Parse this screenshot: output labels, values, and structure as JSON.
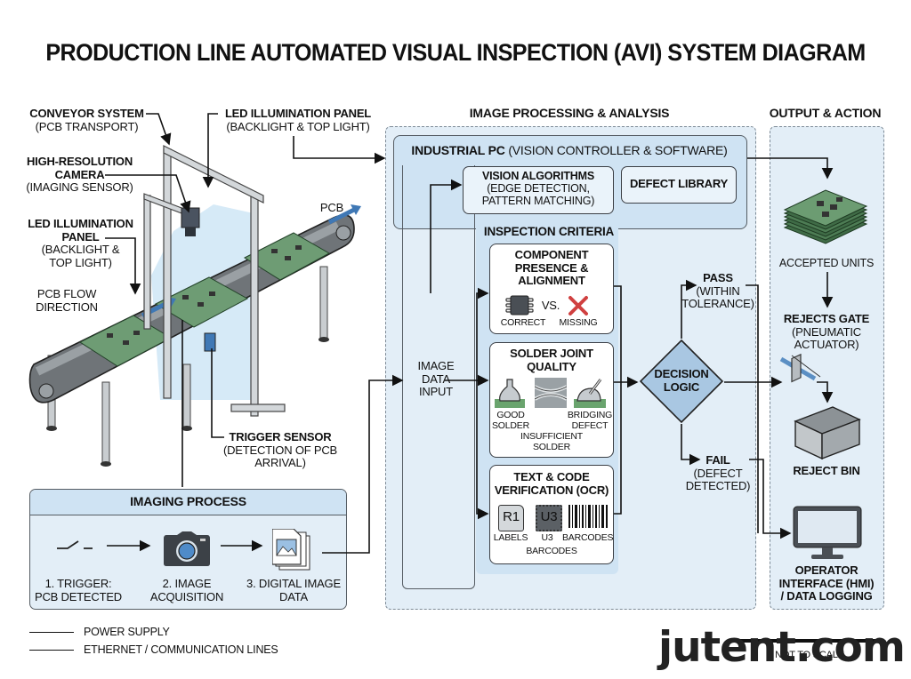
{
  "title": "PRODUCTION LINE AUTOMATED VISUAL INSPECTION (AVI) SYSTEM DIAGRAM",
  "hardware": {
    "conveyor": {
      "line1": "CONVEYOR SYSTEM",
      "line2": "(PCB TRANSPORT)"
    },
    "led_panel_top": {
      "line1": "LED ILLUMINATION PANEL",
      "line2": "(BACKLIGHT & TOP LIGHT)"
    },
    "camera": {
      "line1": "HIGH-RESOLUTION",
      "line2": "CAMERA",
      "line3": "(IMAGING SENSOR)"
    },
    "led_panel_side": {
      "line1": "LED ILLUMINATION",
      "line2": "PANEL",
      "line3": "(BACKLIGHT &",
      "line4": "TOP LIGHT)"
    },
    "flow": {
      "line1": "PCB FLOW",
      "line2": "DIRECTION"
    },
    "pcb_label": "PCB",
    "trigger": {
      "line1": "TRIGGER SENSOR",
      "line2": "(DETECTION OF PCB",
      "line3": "ARRIVAL)"
    }
  },
  "imaging_process": {
    "header": "IMAGING PROCESS",
    "steps": [
      {
        "line1": "1. TRIGGER:",
        "line2": "PCB DETECTED",
        "icon": "switch-icon"
      },
      {
        "line1": "2. IMAGE",
        "line2": "ACQUISITION",
        "icon": "camera-icon"
      },
      {
        "line1": "3. DIGITAL IMAGE",
        "line2": "DATA",
        "icon": "image-file-icon"
      }
    ]
  },
  "legend": [
    {
      "label": "POWER SUPPLY"
    },
    {
      "label": "ETHERNET / COMMUNICATION LINES"
    }
  ],
  "processing": {
    "section_title": "IMAGE PROCESSING & ANALYSIS",
    "pc_title_bold": "INDUSTRIAL PC",
    "pc_title_rest": " (VISION CONTROLLER & SOFTWARE)",
    "vision": {
      "line1": "VISION ALGORITHMS",
      "line2": "(EDGE DETECTION,",
      "line3": "PATTERN MATCHING)"
    },
    "defect_library": "DEFECT LIBRARY",
    "criteria_title": "INSPECTION CRITERIA",
    "image_input": {
      "line1": "IMAGE",
      "line2": "DATA",
      "line3": "INPUT"
    },
    "component": {
      "line1": "COMPONENT",
      "line2": "PRESENCE &",
      "line3": "ALIGNMENT",
      "vs": "VS.",
      "correct": "CORRECT",
      "missing": "MISSING"
    },
    "solder": {
      "line1": "SOLDER JOINT",
      "line2": "QUALITY",
      "good1": "GOOD",
      "good2": "SOLDER",
      "bridging1": "BRIDGING",
      "bridging2": "DEFECT",
      "insufficient1": "INSUFFICIENT",
      "insufficient2": "SOLDER"
    },
    "ocr": {
      "line1": "TEXT & CODE",
      "line2": "VERIFICATION (OCR)",
      "r1": "R1",
      "u3": "U3",
      "labels": "LABELS",
      "u3_label": "U3",
      "barcodes": "BARCODES",
      "barcodes2": "BARCODES"
    },
    "decision": {
      "line1": "DECISION",
      "line2": "LOGIC"
    },
    "pass": {
      "line1": "PASS",
      "line2": "(WITHIN",
      "line3": "TOLERANCE)"
    },
    "fail": {
      "line1": "FAIL",
      "line2": "(DEFECT",
      "line3": "DETECTED)"
    }
  },
  "output": {
    "section_title": "OUTPUT & ACTION",
    "accepted": "ACCEPTED UNITS",
    "rejects_gate": {
      "line1": "REJECTS GATE",
      "line2": "(PNEUMATIC",
      "line3": "ACTUATOR)"
    },
    "reject_bin": "REJECT BIN",
    "hmi": {
      "line1": "OPERATOR",
      "line2": "INTERFACE (HMI)",
      "line3": "/ DATA LOGGING"
    }
  },
  "footer": {
    "note": "NOT TO SCALE",
    "watermark": "jutent.com"
  },
  "colors": {
    "panel_blue": "#e3eef7",
    "header_blue": "#cfe3f3",
    "pcb_green": "#5d8c63",
    "accent_blue": "#3f78b5",
    "fail_red": "#d04040"
  }
}
